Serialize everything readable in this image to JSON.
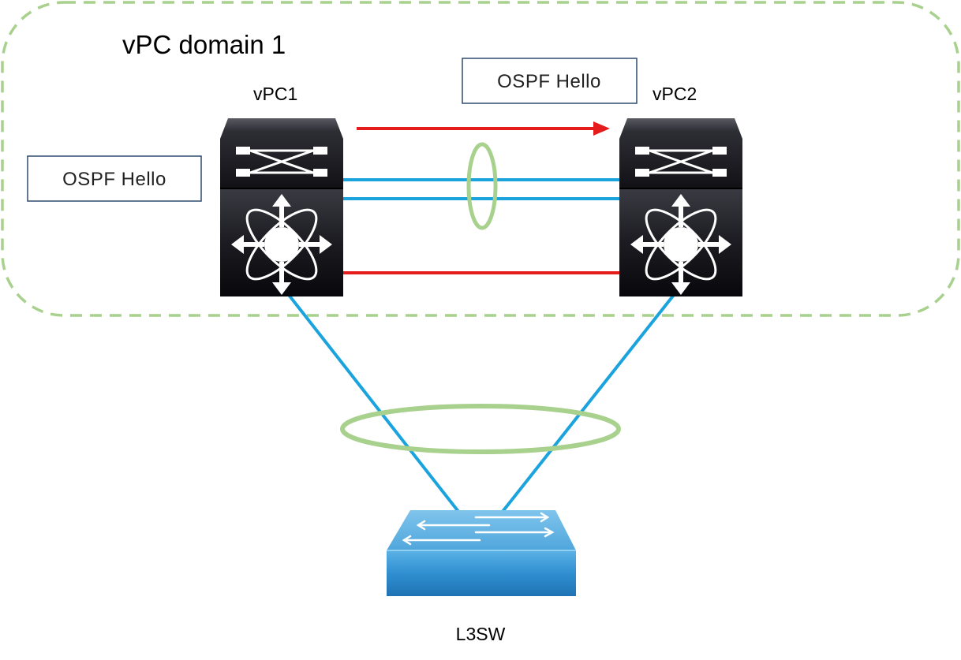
{
  "domain": {
    "label": "vPC domain 1",
    "border_color": "#a9d18e"
  },
  "switches": [
    {
      "label": "vPC1",
      "icon": "nexus-switch-icon"
    },
    {
      "label": "vPC2",
      "icon": "nexus-switch-icon"
    }
  ],
  "access_switch": {
    "label": "L3SW",
    "icon": "layer3-switch-icon"
  },
  "notes": [
    {
      "text": "OSPF Hello",
      "placement": "left of vPC1"
    },
    {
      "text": "OSPF Hello",
      "placement": "above arrow to vPC2"
    }
  ],
  "colors": {
    "peer_link": "#1aa3dc",
    "keepalive": "#e51c1c",
    "hello_arrow": "#e51c1c",
    "port_channel": "#a9d18e",
    "device_dark": "#1c1c22",
    "access_blue": "#3a9ad6"
  }
}
